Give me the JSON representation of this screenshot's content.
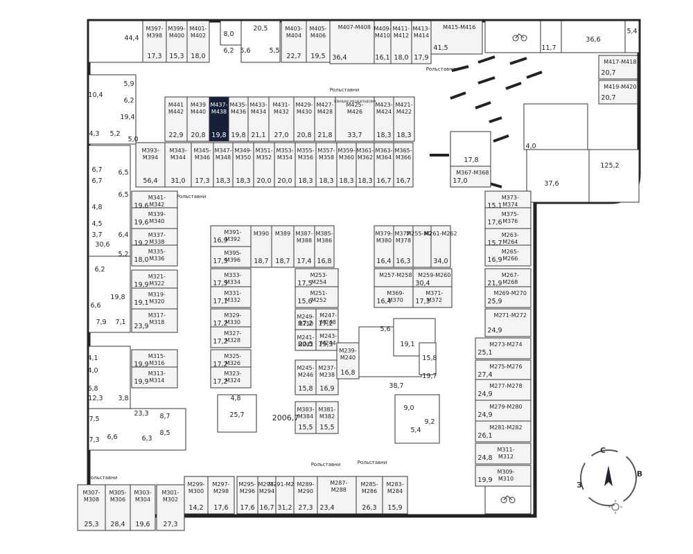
{
  "map": {
    "total_area": "2006,7",
    "compass": {
      "north": "С",
      "east": "В",
      "west": "З"
    },
    "shutter_label": "Рольставни",
    "storage_label": "ЗОВНІШНЄ МІСЦЕ/КЛАДОВКА"
  },
  "units": [
    {
      "id": "M397-M398",
      "l1": "M397-",
      "l2": "M398",
      "a": "17,3"
    },
    {
      "id": "M399-M400",
      "l1": "M399-",
      "l2": "M400",
      "a": "15,3"
    },
    {
      "id": "M401-M402",
      "l1": "M401-",
      "l2": "M402",
      "a": "18,0"
    },
    {
      "id": "M403-M404",
      "l1": "M403-",
      "l2": "M404",
      "a": "22,7"
    },
    {
      "id": "M405-M406",
      "l1": "M405-",
      "l2": "M406",
      "a": "19,5"
    },
    {
      "id": "M407-M408",
      "l1": "M407-M408",
      "l2": "",
      "a": "36,4"
    },
    {
      "id": "M409-M410",
      "l1": "M409-",
      "l2": "M410",
      "a": "16,1"
    },
    {
      "id": "M411-M412",
      "l1": "M411-",
      "l2": "M412",
      "a": "18,0"
    },
    {
      "id": "M413-M414",
      "l1": "M413-",
      "l2": "M414",
      "a": "17,9"
    },
    {
      "id": "M415-M416",
      "l1": "M415-M416",
      "l2": "",
      "a": "41,5"
    },
    {
      "id": "M417-M418",
      "l1": "M417-M418",
      "l2": "",
      "a": "20,7"
    },
    {
      "id": "M419-M420",
      "l1": "M419-M420",
      "l2": "",
      "a": "20,7"
    },
    {
      "id": "M441-M442",
      "l1": "M441",
      "l2": "M442",
      "a": "22,9"
    },
    {
      "id": "M439-M440",
      "l1": "M439",
      "l2": "M440",
      "a": "20,8"
    },
    {
      "id": "M437-M438",
      "l1": "M437-",
      "l2": "M438",
      "a": "19,8",
      "sel": true
    },
    {
      "id": "M435-M436",
      "l1": "M435-",
      "l2": "M436",
      "a": "19,8"
    },
    {
      "id": "M433-M434",
      "l1": "M433-",
      "l2": "M434",
      "a": "21,1"
    },
    {
      "id": "M431-M432",
      "l1": "M431-",
      "l2": "M432",
      "a": "27,0"
    },
    {
      "id": "M429-M430",
      "l1": "M429-",
      "l2": "M430",
      "a": "20,8"
    },
    {
      "id": "M427-M428",
      "l1": "M427-",
      "l2": "M428",
      "a": "21,8"
    },
    {
      "id": "M425-M426",
      "l1": "M425-",
      "l2": "M426",
      "a": "33,7"
    },
    {
      "id": "M423-M424",
      "l1": "M423-",
      "l2": "M424",
      "a": "18,3"
    },
    {
      "id": "M421-M422",
      "l1": "M421-",
      "l2": "M422",
      "a": "18,3"
    },
    {
      "id": "M393-M394",
      "l1": "M393-",
      "l2": "M394",
      "a": "56,4"
    },
    {
      "id": "M343-M344",
      "l1": "M343-",
      "l2": "M344",
      "a": "31,0"
    },
    {
      "id": "M345-M346",
      "l1": "M345-",
      "l2": "M346",
      "a": "17,3"
    },
    {
      "id": "M347-M348",
      "l1": "M347-",
      "l2": "M348",
      "a": "18,3"
    },
    {
      "id": "M349-M350",
      "l1": "M349-",
      "l2": "M350",
      "a": "18,3"
    },
    {
      "id": "M351-M352",
      "l1": "M351-",
      "l2": "M352",
      "a": "20,0"
    },
    {
      "id": "M353-M354",
      "l1": "M353-",
      "l2": "M354",
      "a": "20,0"
    },
    {
      "id": "M355-M356",
      "l1": "M355-",
      "l2": "M356",
      "a": "18,3"
    },
    {
      "id": "M357-M358",
      "l1": "M357-",
      "l2": "M358",
      "a": "18,3"
    },
    {
      "id": "M359-M360",
      "l1": "M359-",
      "l2": "M360",
      "a": "18,3"
    },
    {
      "id": "M361-M362",
      "l1": "M361-",
      "l2": "M362",
      "a": "18,3"
    },
    {
      "id": "M363-M364",
      "l1": "M363-",
      "l2": "M364",
      "a": "16,7"
    },
    {
      "id": "M365-M366",
      "l1": "M365-",
      "l2": "M366",
      "a": "16,7"
    },
    {
      "id": "M367-M368",
      "l1": "M367-M368",
      "l2": "",
      "a": "17,0"
    },
    {
      "id": "M341-M342",
      "l1": "M341-",
      "l2": "M342",
      "a": "19,6"
    },
    {
      "id": "M339-M340",
      "l1": "M339-",
      "l2": "M340",
      "a": "19,6"
    },
    {
      "id": "M337-M338",
      "l1": "M337-",
      "l2": "M338",
      "a": "19,2"
    },
    {
      "id": "M335-M336",
      "l1": "M335-",
      "l2": "M336",
      "a": "18,0"
    },
    {
      "id": "M321-M322",
      "l1": "M321-",
      "l2": "M322",
      "a": "19,9"
    },
    {
      "id": "M319-M320",
      "l1": "M319-",
      "l2": "M320",
      "a": "19,1"
    },
    {
      "id": "M317-M318",
      "l1": "M317-",
      "l2": "M318",
      "a": "23,9"
    },
    {
      "id": "M315-M316",
      "l1": "M315-",
      "l2": "M316",
      "a": "19,9"
    },
    {
      "id": "M313-M314",
      "l1": "M313-",
      "l2": "M314",
      "a": "19,9"
    },
    {
      "id": "M391-M392",
      "l1": "M391-",
      "l2": "M392",
      "a": "16,9"
    },
    {
      "id": "M395-M396",
      "l1": "M395-",
      "l2": "M396",
      "a": "17,5"
    },
    {
      "id": "M390",
      "l1": "M390",
      "l2": "",
      "a": "18,7"
    },
    {
      "id": "M389",
      "l1": "M389",
      "l2": "",
      "a": "18,7"
    },
    {
      "id": "M387-M388",
      "l1": "M387-",
      "l2": "M388",
      "a": "17,4"
    },
    {
      "id": "M385-M386",
      "l1": "M385-",
      "l2": "M386",
      "a": "16,8"
    },
    {
      "id": "M333-M334",
      "l1": "M333-",
      "l2": "M334",
      "a": "17,5"
    },
    {
      "id": "M331-M332",
      "l1": "M331-",
      "l2": "M332",
      "a": "17,1"
    },
    {
      "id": "M329-M330",
      "l1": "M329-",
      "l2": "M330",
      "a": "17,2"
    },
    {
      "id": "M327-M328",
      "l1": "M327-",
      "l2": "M328",
      "a": "17,2"
    },
    {
      "id": "M325-M326",
      "l1": "M325-",
      "l2": "M326",
      "a": "17,2"
    },
    {
      "id": "M323-M324",
      "l1": "M323-",
      "l2": "M324",
      "a": "17,2"
    },
    {
      "id": "M253-M254",
      "l1": "M253-",
      "l2": "M254",
      "a": "17,5"
    },
    {
      "id": "M251-M252",
      "l1": "M251-",
      "l2": "M252",
      "a": "15,6"
    },
    {
      "id": "M249-M250",
      "l1": "M249-",
      "l2": "M250",
      "a": "17,2"
    },
    {
      "id": "M247-M248",
      "l1": "M247-",
      "l2": "M248",
      "a": "17,2"
    },
    {
      "id": "M241-M242",
      "l1": "M241-",
      "l2": "M242",
      "a": "20,5"
    },
    {
      "id": "M243-M244",
      "l1": "M243-",
      "l2": "M244",
      "a": "19,3"
    },
    {
      "id": "M245-M246",
      "l1": "M245-",
      "l2": "M246",
      "a": "15,8"
    },
    {
      "id": "M237-M238",
      "l1": "M237-",
      "l2": "M238",
      "a": "16,9"
    },
    {
      "id": "M239-M240",
      "l1": "M239-",
      "l2": "M240",
      "a": "16,8"
    },
    {
      "id": "M383-M384",
      "l1": "M383-",
      "l2": "M384",
      "a": "15,5"
    },
    {
      "id": "M381-M382",
      "l1": "M381-",
      "l2": "M382",
      "a": "15,5"
    },
    {
      "id": "M379-M380",
      "l1": "M379-",
      "l2": "M380",
      "a": "16,4"
    },
    {
      "id": "M377-M378",
      "l1": "M377-",
      "l2": "M378",
      "a": "16,3"
    },
    {
      "id": "M255-M256",
      "l1": "M255-M256",
      "l2": "",
      "a": ""
    },
    {
      "id": "M261-M262",
      "l1": "M261-M262",
      "l2": "",
      "a": "34,0"
    },
    {
      "id": "M257-M258",
      "l1": "M257-M258",
      "l2": "",
      "a": ""
    },
    {
      "id": "M259-M260",
      "l1": "M259-M260",
      "l2": "",
      "a": "30,4"
    },
    {
      "id": "M369-M370",
      "l1": "M369-",
      "l2": "M370",
      "a": "16,4"
    },
    {
      "id": "M371-M372",
      "l1": "M371-",
      "l2": "M372",
      "a": "17,3"
    },
    {
      "id": "M373-M374",
      "l1": "M373-",
      "l2": "M374",
      "a": "15,1"
    },
    {
      "id": "M375-M376",
      "l1": "M375-",
      "l2": "M376",
      "a": "17,6"
    },
    {
      "id": "M263-M264",
      "l1": "M263-",
      "l2": "M264",
      "a": "15,7"
    },
    {
      "id": "M265-M266",
      "l1": "M265-",
      "l2": "M266",
      "a": "16,9"
    },
    {
      "id": "M267-M268",
      "l1": "M267-",
      "l2": "M268",
      "a": "21,9"
    },
    {
      "id": "M269-M270",
      "l1": "M269-M270",
      "l2": "",
      "a": "25,9"
    },
    {
      "id": "M271-M272",
      "l1": "M271-M272",
      "l2": "",
      "a": "24,9"
    },
    {
      "id": "M273-M274",
      "l1": "M273-M274",
      "l2": "",
      "a": "25,1"
    },
    {
      "id": "M275-M276",
      "l1": "M275-M276",
      "l2": "",
      "a": "27,4"
    },
    {
      "id": "M277-M278",
      "l1": "M277-M278",
      "l2": "",
      "a": "24,9"
    },
    {
      "id": "M279-M280",
      "l1": "M279-M280",
      "l2": "",
      "a": "24,9"
    },
    {
      "id": "M281-M282",
      "l1": "M281-M282",
      "l2": "",
      "a": "26,1"
    },
    {
      "id": "M311-M312",
      "l1": "M311-",
      "l2": "M312",
      "a": "24,8"
    },
    {
      "id": "M309-M310",
      "l1": "M309-",
      "l2": "M310",
      "a": "19,9"
    },
    {
      "id": "M307-M308",
      "l1": "M307-",
      "l2": "M308",
      "a": "25,3"
    },
    {
      "id": "M305-M306",
      "l1": "M305-",
      "l2": "M306",
      "a": "28,4"
    },
    {
      "id": "M303-M304",
      "l1": "M303-",
      "l2": "M304",
      "a": "19,6"
    },
    {
      "id": "M301-M302",
      "l1": "M301-",
      "l2": "M302",
      "a": "27,3"
    },
    {
      "id": "M299-M300",
      "l1": "M299-",
      "l2": "M300",
      "a": "14,2"
    },
    {
      "id": "M297-M298",
      "l1": "M297-",
      "l2": "M298",
      "a": "17,6"
    },
    {
      "id": "M295-M296",
      "l1": "M295-",
      "l2": "M296",
      "a": "17,6"
    },
    {
      "id": "M293-M294",
      "l1": "M293-",
      "l2": "M294",
      "a": "16,7"
    },
    {
      "id": "M291-M292",
      "l1": "M291-M292",
      "l2": "",
      "a": "31,2"
    },
    {
      "id": "M289-M290",
      "l1": "M289-",
      "l2": "M290",
      "a": "27,3"
    },
    {
      "id": "M287-M288",
      "l1": "M287-",
      "l2": "M288",
      "a": "23,4"
    },
    {
      "id": "M285-M286",
      "l1": "M285-",
      "l2": "M286",
      "a": "26,3"
    },
    {
      "id": "M283-M284",
      "l1": "M283-",
      "l2": "M284",
      "a": "15,9"
    }
  ],
  "rooms": [
    "44,4",
    "8,0",
    "20,5",
    "6,2",
    "5,6",
    "5,5",
    "11,7",
    "36,6",
    "5,4",
    "10,4",
    "5,9",
    "6,2",
    "19,4",
    "4,3",
    "5,2",
    "5,0",
    "6,7",
    "6,7",
    "6,5",
    "4,8",
    "6,5",
    "4,5",
    "6,4",
    "3,7",
    "30,6",
    "5,2",
    "6,2",
    "19,8",
    "6,6",
    "7,9",
    "7,1",
    "4,1",
    "4,0",
    "6,8",
    "12,3",
    "3,8",
    "23,3",
    "7,5",
    "8,7",
    "7,3",
    "6,6",
    "6,3",
    "8,5",
    "17,8",
    "4,0",
    "37,6",
    "125,2",
    "5,6",
    "19,1",
    "38,7",
    "15,8",
    "19,7",
    "9,0",
    "9,2",
    "5,4",
    "4,8",
    "25,7"
  ]
}
